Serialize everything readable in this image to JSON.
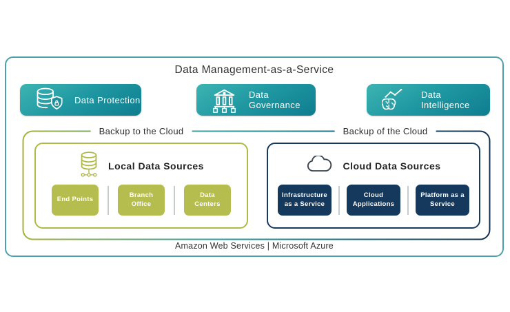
{
  "title": "Data Management-as-a-Service",
  "services": [
    {
      "label": "Data Protection",
      "icon": "database-shield-icon"
    },
    {
      "label": "Data Governance",
      "icon": "bank-icon"
    },
    {
      "label": "Data Intelligence",
      "icon": "brain-chart-icon"
    }
  ],
  "backup_sections": [
    {
      "label": "Backup to the Cloud"
    },
    {
      "label": "Backup of the Cloud"
    }
  ],
  "local_data_sources": {
    "heading": "Local Data Sources",
    "icon": "database-network-icon",
    "items": [
      "End Points",
      "Branch Office",
      "Data Centers"
    ]
  },
  "cloud_data_sources": {
    "heading": "Cloud Data Sources",
    "icon": "cloud-icon",
    "items": [
      "Infrastructure as a Service",
      "Cloud Applications",
      "Platform as a Service"
    ]
  },
  "footer": "Amazon Web Services | Microsoft Azure",
  "colors": {
    "teal_button_top": "#3db4b2",
    "teal_button_bottom": "#0f7d8f",
    "outer_border_teal": "#4ba1a7",
    "olive": "#b5bd4e",
    "navy": "#15395d",
    "bracket_gradient": [
      "#a5b23c",
      "#2f9ea1",
      "#132f4e"
    ],
    "text_dark": "#2f2f2f"
  }
}
